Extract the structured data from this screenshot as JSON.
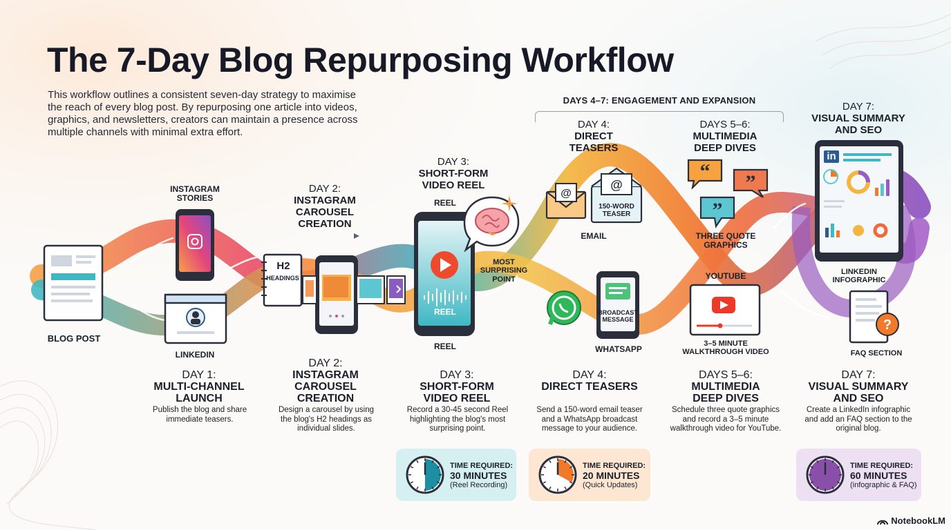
{
  "title": "The 7-Day Blog Repurposing Workflow",
  "intro": "This workflow outlines a consistent seven-day strategy to maximise the reach of every blog post. By repurposing one article into videos, graphics, and newsletters, creators can maintain a presence across multiple channels with minimal extra effort.",
  "stage_header": "DAYS 4–7: ENGAGEMENT AND EXPANSION",
  "diagram": {
    "blog_post": "BLOG POST",
    "instagram_stories_1": "INSTAGRAM",
    "instagram_stories_2": "STORIES",
    "linkedin": "LINKEDIN",
    "day2_top_1": "DAY 2:",
    "day2_top_2": "INSTAGRAM",
    "day2_top_3": "CAROUSEL",
    "day2_top_4": "CREATION",
    "h2": "H2",
    "headings": "HEADINGS",
    "day3_top_1": "DAY 3:",
    "day3_top_2": "SHORT-FORM",
    "day3_top_3": "VIDEO REEL",
    "reel_top": "REEL",
    "reel_screen": "REEL",
    "reel_bottom": "REEL",
    "most_1": "MOST",
    "most_2": "SURPRISING",
    "most_3": "POINT",
    "day4_top_1": "DAY 4:",
    "day4_top_2": "DIRECT",
    "day4_top_3": "TEASERS",
    "teaser_1": "150-WORD",
    "teaser_2": "TEASER",
    "email": "EMAIL",
    "broadcast_1": "BROADCAST",
    "broadcast_2": "MESSAGE",
    "whatsapp": "WHATSAPP",
    "day56_top_1": "DAYS 5–6:",
    "day56_top_2": "MULTIMEDIA",
    "day56_top_3": "DEEP DIVES",
    "quote_1": "THREE QUOTE",
    "quote_2": "GRAPHICS",
    "youtube": "YOUTUBE",
    "walk_1": "3–5 MINUTE",
    "walk_2": "WALKTHROUGH VIDEO",
    "day7_top_1": "DAY 7:",
    "day7_top_2": "VISUAL SUMMARY",
    "day7_top_3": "AND SEO",
    "tablet_in": "in",
    "linkedin_info_1": "LINKEDIN",
    "linkedin_info_2": "INFOGRAPHIC",
    "faq": "FAQ SECTION"
  },
  "days": [
    {
      "day": "DAY 1:",
      "title_1": "MULTI-CHANNEL",
      "title_2": "LAUNCH",
      "desc": "Publish the blog and share immediate teasers."
    },
    {
      "day": "DAY 2:",
      "title_1": "INSTAGRAM",
      "title_2": "CAROUSEL",
      "title_3": "CREATION",
      "desc": "Design a carousel by using the blog's H2 headings as individual slides."
    },
    {
      "day": "DAY 3:",
      "title_1": "SHORT-FORM",
      "title_2": "VIDEO REEL",
      "desc": "Record a 30-45 second Reel highlighting the blog's most surprising point."
    },
    {
      "day": "DAY 4:",
      "title_1": "DIRECT TEASERS",
      "desc": "Send a 150-word email teaser and a WhatsApp broadcast message to your audience."
    },
    {
      "day": "DAYS 5–6:",
      "title_1": "MULTIMEDIA",
      "title_2": "DEEP DIVES",
      "desc": "Schedule three quote graphics and record a 3–5 minute walkthrough video for YouTube."
    },
    {
      "day": "DAY 7:",
      "title_1": "VISUAL SUMMARY",
      "title_2": "AND SEO",
      "desc": "Create a LinkedIn infographic and add an FAQ section to the original blog."
    }
  ],
  "time_boxes": [
    {
      "label": "TIME REQUIRED:",
      "value": "30 MINUTES",
      "note": "(Reel Recording)",
      "color": "#d6f0f2",
      "accent": "#1c8fa3",
      "fraction": 0.5
    },
    {
      "label": "TIME REQUIRED:",
      "value": "20 MINUTES",
      "note": "(Quick Updates)",
      "color": "#fde7d3",
      "accent": "#f07a2a",
      "fraction": 0.33
    },
    {
      "label": "TIME REQUIRED:",
      "value": "60 MINUTES",
      "note": "(infographic & FAQ)",
      "color": "#ece0f2",
      "accent": "#8a4fa8",
      "fraction": 1.0
    }
  ],
  "brand": "NotebookLM",
  "colors": {
    "teal": "#3fb8c4",
    "orange": "#f58a3a",
    "magenta": "#d8457a",
    "purple": "#9a5cc0",
    "yellow": "#f4b63f"
  }
}
